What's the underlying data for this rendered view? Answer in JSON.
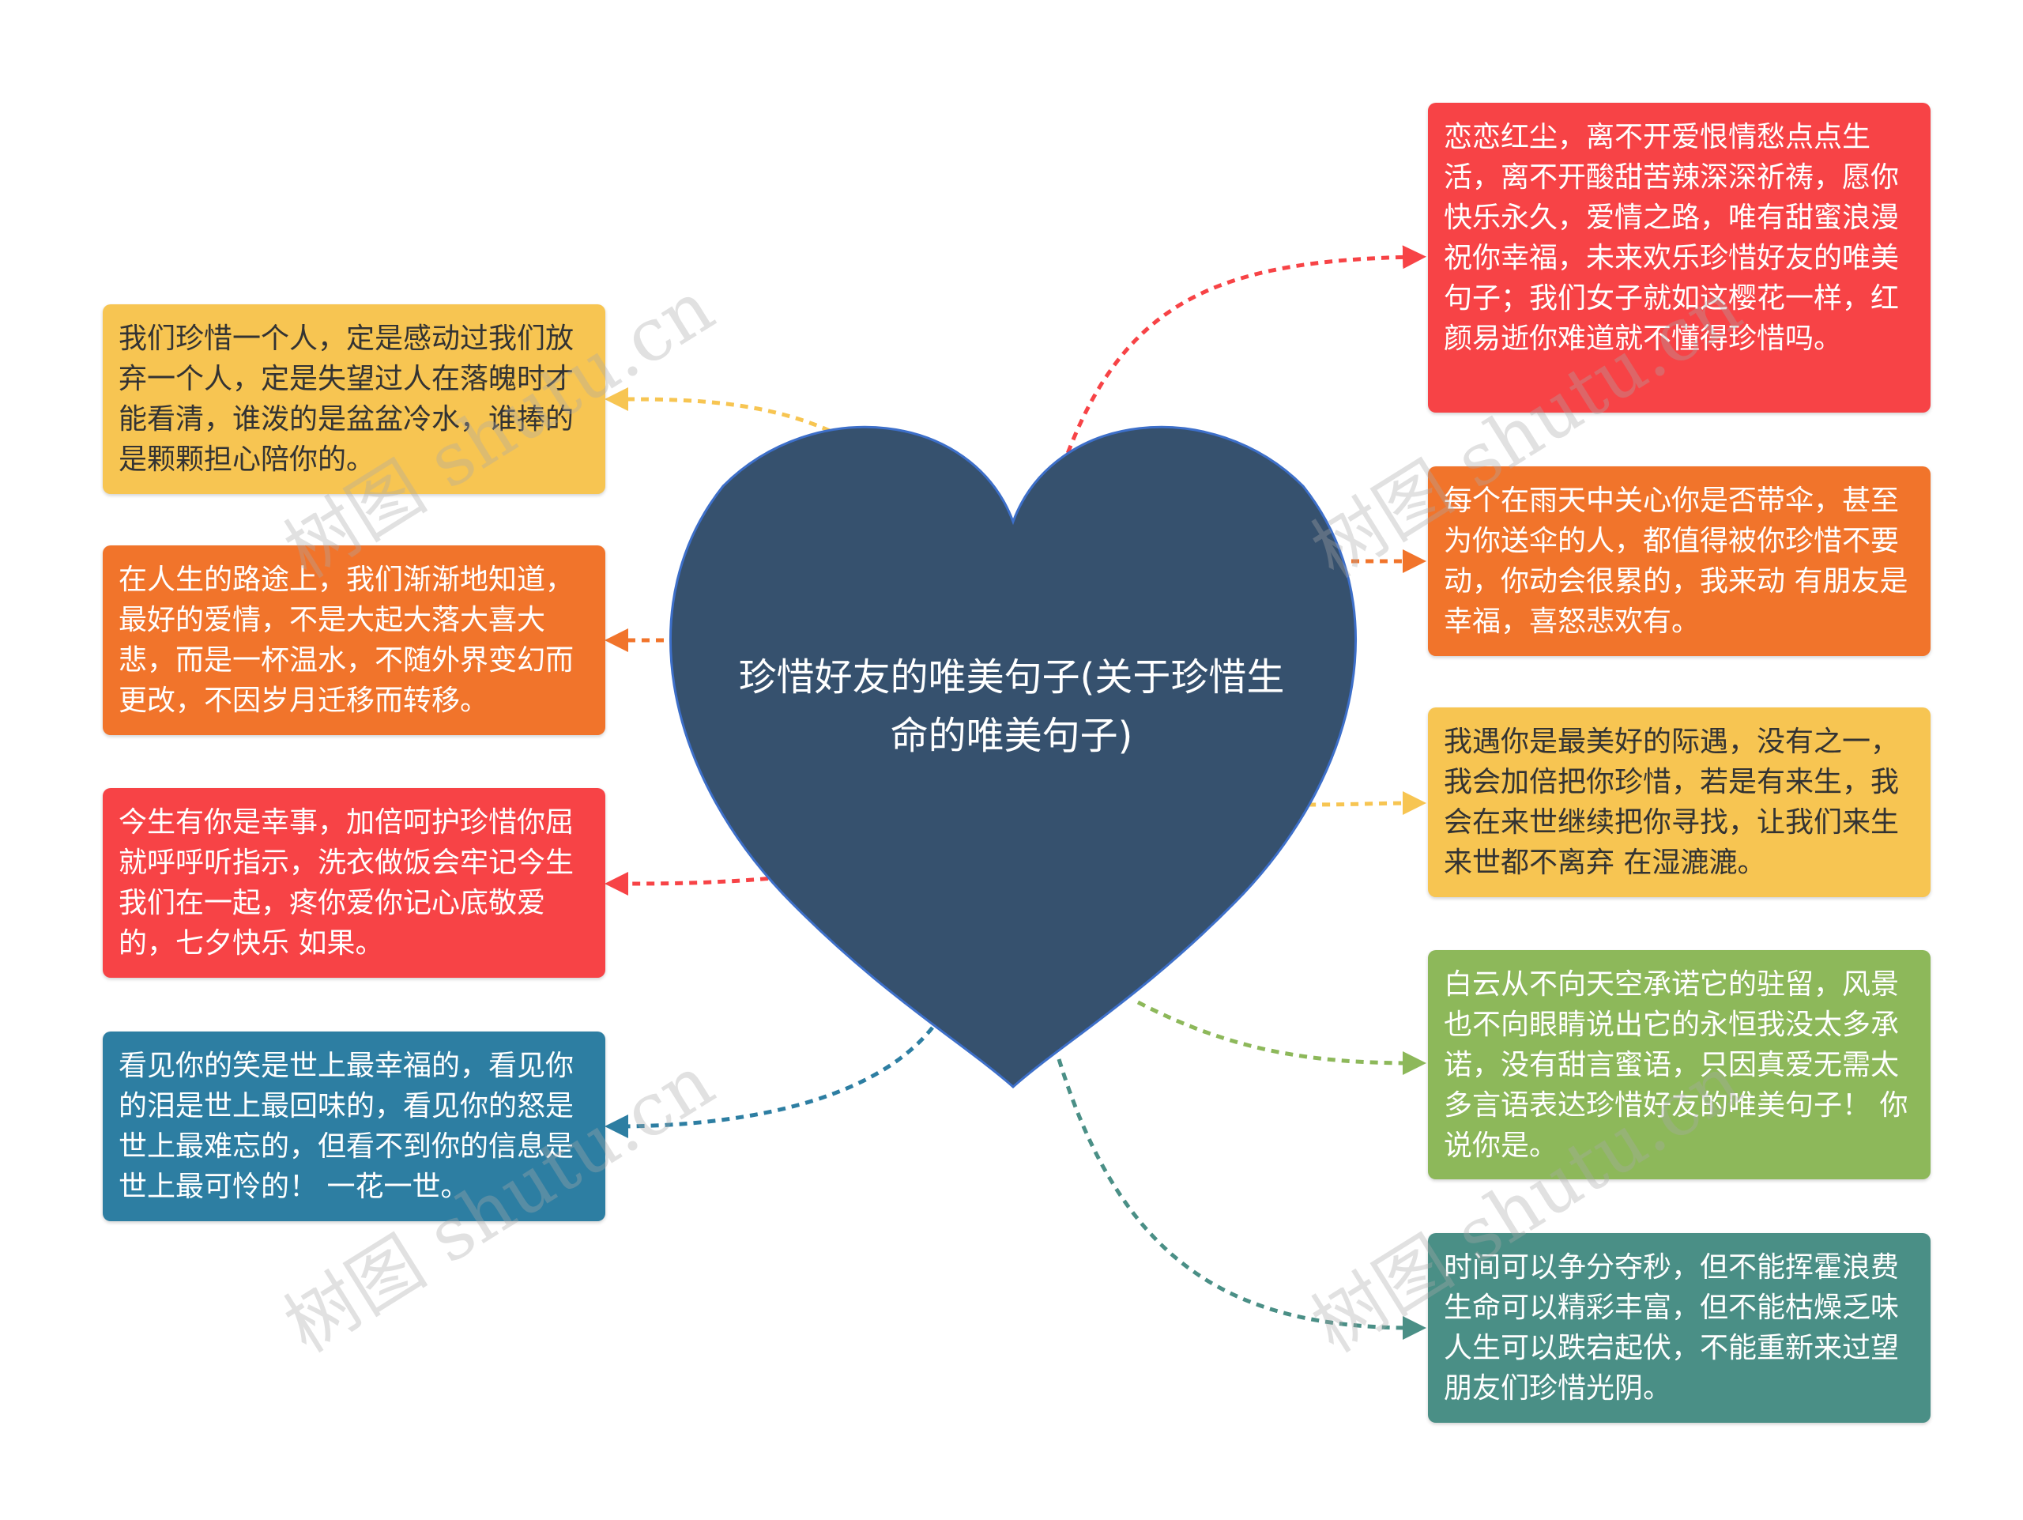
{
  "center": {
    "title": "珍惜好友的唯美句子(关于珍惜生命的唯美句子)",
    "color": "#36516e"
  },
  "watermark": "树图 shutu.cn",
  "cards": [
    {
      "side": "left",
      "color": "#f7c552",
      "text": "我们珍惜一个人，定是感动过我们放弃一个人，定是失望过人在落魄时才能看清，谁泼的是盆盆冷水，谁捧的是颗颗担心陪你的。"
    },
    {
      "side": "left",
      "color": "#f1742b",
      "text": "在人生的路途上，我们渐渐地知道，最好的爱情，不是大起大落大喜大悲，而是一杯温水，不随外界变幻而更改，不因岁月迁移而转移。"
    },
    {
      "side": "left",
      "color": "#f74346",
      "text": "今生有你是幸事，加倍呵护珍惜你屈就呼呼听指示，洗衣做饭会牢记今生我们在一起，疼你爱你记心底敬爱的，七夕快乐 如果。"
    },
    {
      "side": "left",
      "color": "#2d7ea2",
      "text": "看见你的笑是世上最幸福的，看见你的泪是世上最回味的，看见你的怒是世上最难忘的，但看不到你的信息是世上最可怜的！ 一花一世。"
    },
    {
      "side": "right",
      "color": "#f74346",
      "text": "恋恋红尘，离不开爱恨情愁点点生活，离不开酸甜苦辣深深祈祷，愿你快乐永久，爱情之路，唯有甜蜜浪漫祝你幸福，未来欢乐珍惜好友的唯美句子；我们女子就如这樱花一样，红颜易逝你难道就不懂得珍惜吗。"
    },
    {
      "side": "right",
      "color": "#f1742b",
      "text": "每个在雨天中关心你是否带伞，甚至为你送伞的人，都值得被你珍惜不要动，你动会很累的，我来动 有朋友是幸福，喜怒悲欢有。"
    },
    {
      "side": "right",
      "color": "#f7c552",
      "text": "我遇你是最美好的际遇，没有之一，我会加倍把你珍惜，若是有来生，我会在来世继续把你寻找，让我们来生来世都不离弃 在湿漉漉。"
    },
    {
      "side": "right",
      "color": "#8db85a",
      "text": "白云从不向天空承诺它的驻留，风景也不向眼睛说出它的永恒我没太多承诺，没有甜言蜜语，只因真爱无需太多言语表达珍惜好友的唯美句子！ 你说你是。"
    },
    {
      "side": "right",
      "color": "#4a8f86",
      "text": "时间可以争分夺秒，但不能挥霍浪费生命可以精彩丰富，但不能枯燥乏味人生可以跌宕起伏，不能重新来过望朋友们珍惜光阴。"
    }
  ]
}
